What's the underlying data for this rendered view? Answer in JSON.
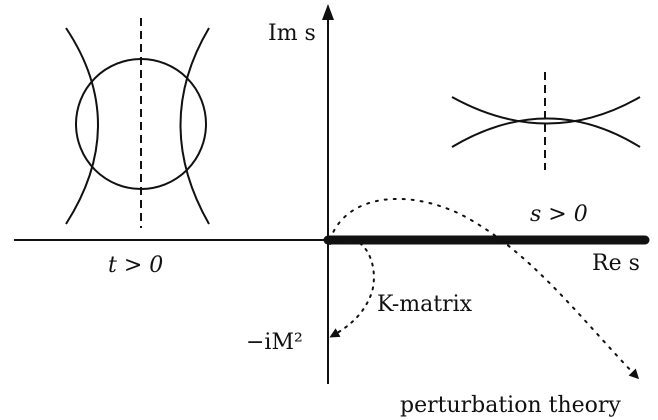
{
  "diagram": {
    "axis_labels": {
      "imaginary": "Im s",
      "real": "Re s"
    },
    "region_labels": {
      "s_channel": "s > 0",
      "t_channel": "t > 0"
    },
    "path_labels": {
      "kmatrix": "K-matrix",
      "perturbation": "perturbation theory"
    },
    "point_labels": {
      "pole": "−iM²"
    }
  }
}
